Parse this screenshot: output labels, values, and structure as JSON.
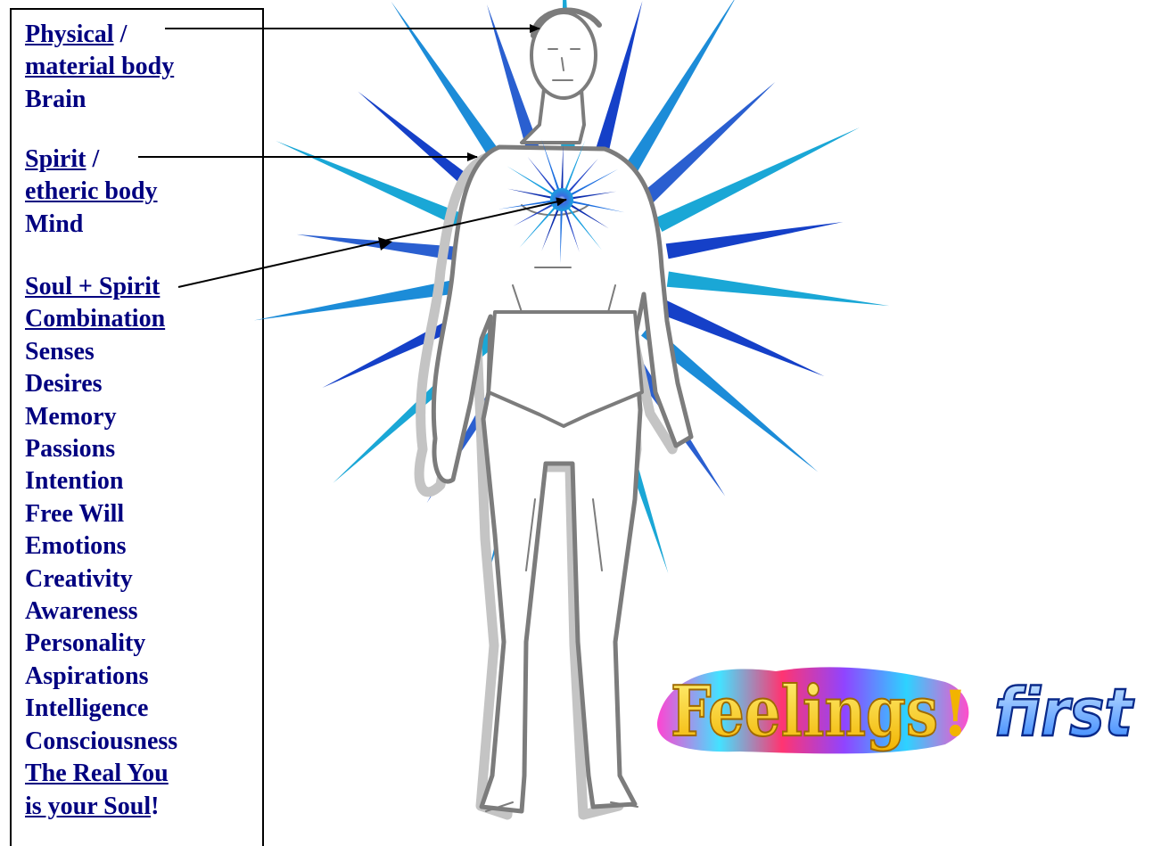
{
  "panel": {
    "physical": {
      "label": "Physical",
      "sep": " /",
      "line2": "material body",
      "line3": "Brain"
    },
    "spirit": {
      "label": "Spirit",
      "sep": " /",
      "line2": "etheric body",
      "line3": "Mind"
    },
    "soul": {
      "label": "Soul + Spirit",
      "line2": "Combination",
      "attributes": [
        "Senses",
        "Desires",
        "Memory",
        "Passions",
        "Intention",
        "Free Will",
        "Emotions",
        "Creativity",
        "Awareness",
        "Personality",
        "Aspirations",
        "Intelligence",
        "Consciousness"
      ],
      "closing1": "The Real You",
      "closing2": "is your Soul",
      "closing_punct": "!"
    }
  },
  "logo": {
    "word1": "Feelings",
    "word2": "first"
  },
  "colors": {
    "text": "#000080",
    "burst_light": "#1aa7d6",
    "burst_dark": "#1540c8",
    "figure_outline": "#8a8a8a"
  },
  "icons": {
    "figure": "standing-man-icon",
    "burst": "starburst-icon",
    "heart": "heart-starburst-icon"
  }
}
